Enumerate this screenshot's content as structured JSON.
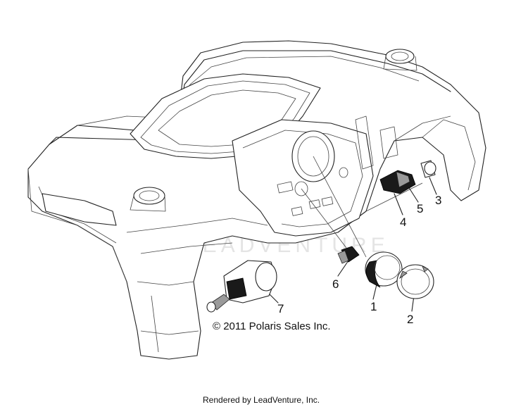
{
  "diagram": {
    "watermark": "LEADVENTURE",
    "copyright": "© 2011 Polaris Sales Inc.",
    "footer": "Rendered by LeadVenture, Inc.",
    "callouts": {
      "c1": "1",
      "c2": "2",
      "c3": "3",
      "c4": "4",
      "c5": "5",
      "c6": "6",
      "c7": "7"
    }
  }
}
